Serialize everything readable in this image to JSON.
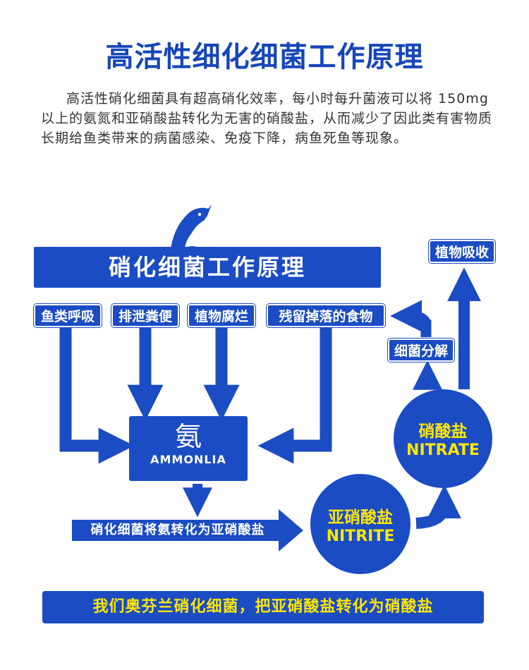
{
  "title": "高活性细化细菌工作原理",
  "intro": "高活性硝化细菌具有超高硝化效率，每小时每升菌液可以将 150mg 以上的氨氮和亚硝酸盐转化为无害的硝酸盐，从而减少了因此类有害物质长期给鱼类带来的病菌感染、免疫下降，病鱼死鱼等现象。",
  "banner": "硝化细菌工作原理",
  "sources": [
    "鱼类呼吸",
    "排泄粪便",
    "植物腐烂",
    "残留掉落的食物"
  ],
  "ammonia": {
    "cn": "氨",
    "en": "AMMONLIA"
  },
  "process_label": "硝化细菌将氨转化为亚硝酸盐",
  "nitrite": {
    "cn": "亚硝酸盐",
    "en": "NITRITE"
  },
  "nitrate": {
    "cn": "硝酸盐",
    "en": "NITRATE"
  },
  "bacteria_decompose": "细菌分解",
  "plant_absorb": "植物吸收",
  "footer": "我们奥芬兰硝化细菌，把亚硝酸盐转化为硝酸盐",
  "colors": {
    "blue": "#1b4cc4",
    "title_blue": "#1646b8",
    "yellow": "#ffe600"
  },
  "icons": [
    "fish-icon"
  ]
}
